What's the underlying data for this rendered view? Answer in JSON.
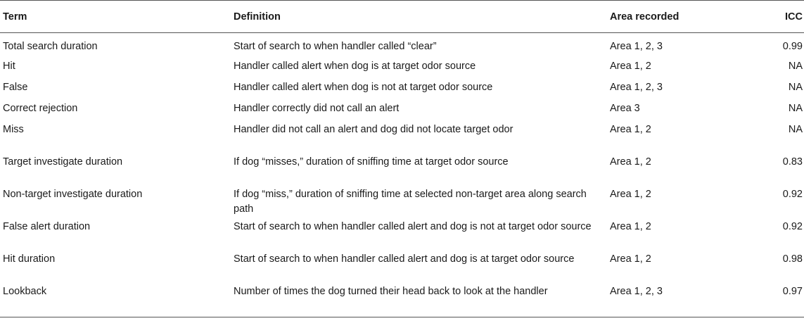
{
  "table": {
    "headers": {
      "term": "Term",
      "definition": "Definition",
      "area": "Area recorded",
      "icc": "ICC"
    },
    "rows": [
      {
        "term": "Total search duration",
        "definition": "Start of search to when handler called “clear”",
        "area": "Area 1, 2, 3",
        "icc": "0.99"
      },
      {
        "term": "Hit",
        "definition": "Handler called alert when dog is at target odor source",
        "area": "Area 1, 2",
        "icc": "NA"
      },
      {
        "term": "False",
        "definition": "Handler called alert when dog is not at target odor source",
        "area": "Area 1, 2, 3",
        "icc": "NA"
      },
      {
        "term": "Correct rejection",
        "definition": "Handler correctly did not call an alert",
        "area": "Area 3",
        "icc": "NA"
      },
      {
        "term": "Miss",
        "definition": "Handler did not call an alert and dog did not locate target odor",
        "area": "Area 1, 2",
        "icc": "NA"
      },
      {
        "term": "Target investigate duration",
        "definition": "If dog “misses,” duration of sniffing time at target odor source",
        "area": "Area 1, 2",
        "icc": "0.83"
      },
      {
        "term": "Non-target investigate duration",
        "definition": "If dog “miss,” duration of sniffing time at selected non-target area along search path",
        "area": "Area 1, 2",
        "icc": "0.92"
      },
      {
        "term": "False alert duration",
        "definition": "Start of search to when handler called alert and dog is not at target odor source",
        "area": "Area 1, 2",
        "icc": "0.92"
      },
      {
        "term": "Hit duration",
        "definition": "Start of search to when handler called alert and dog is at target odor source",
        "area": "Area 1, 2",
        "icc": "0.98"
      },
      {
        "term": "Lookback",
        "definition": "Number of times the dog turned their head back to look at the handler",
        "area": "Area 1, 2, 3",
        "icc": "0.97"
      }
    ]
  }
}
